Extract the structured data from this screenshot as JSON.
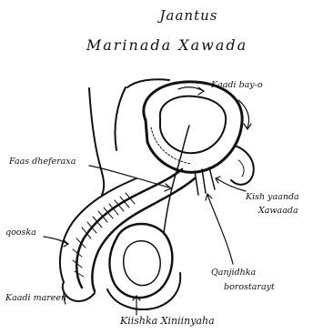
{
  "title": "Jaantus",
  "subtitle": "Marinada Xawada",
  "labels": {
    "kaadi_baye": "Kaadi bay-o",
    "faas_dheferaxa": "Faas dheferaxa",
    "kish_yaanda": "Kish yaanda",
    "xawaada": "Xawaada",
    "qooska": "qooska",
    "qanjidhka_1": "Qanjidhka",
    "qanjidhka_2": "borostarayt",
    "kaadi_mareen": "Kaadi mareen",
    "kiishka": "Kiishka Xiniinyaha"
  },
  "colors": {
    "ink": "#111111",
    "paper": "#ffffff"
  }
}
